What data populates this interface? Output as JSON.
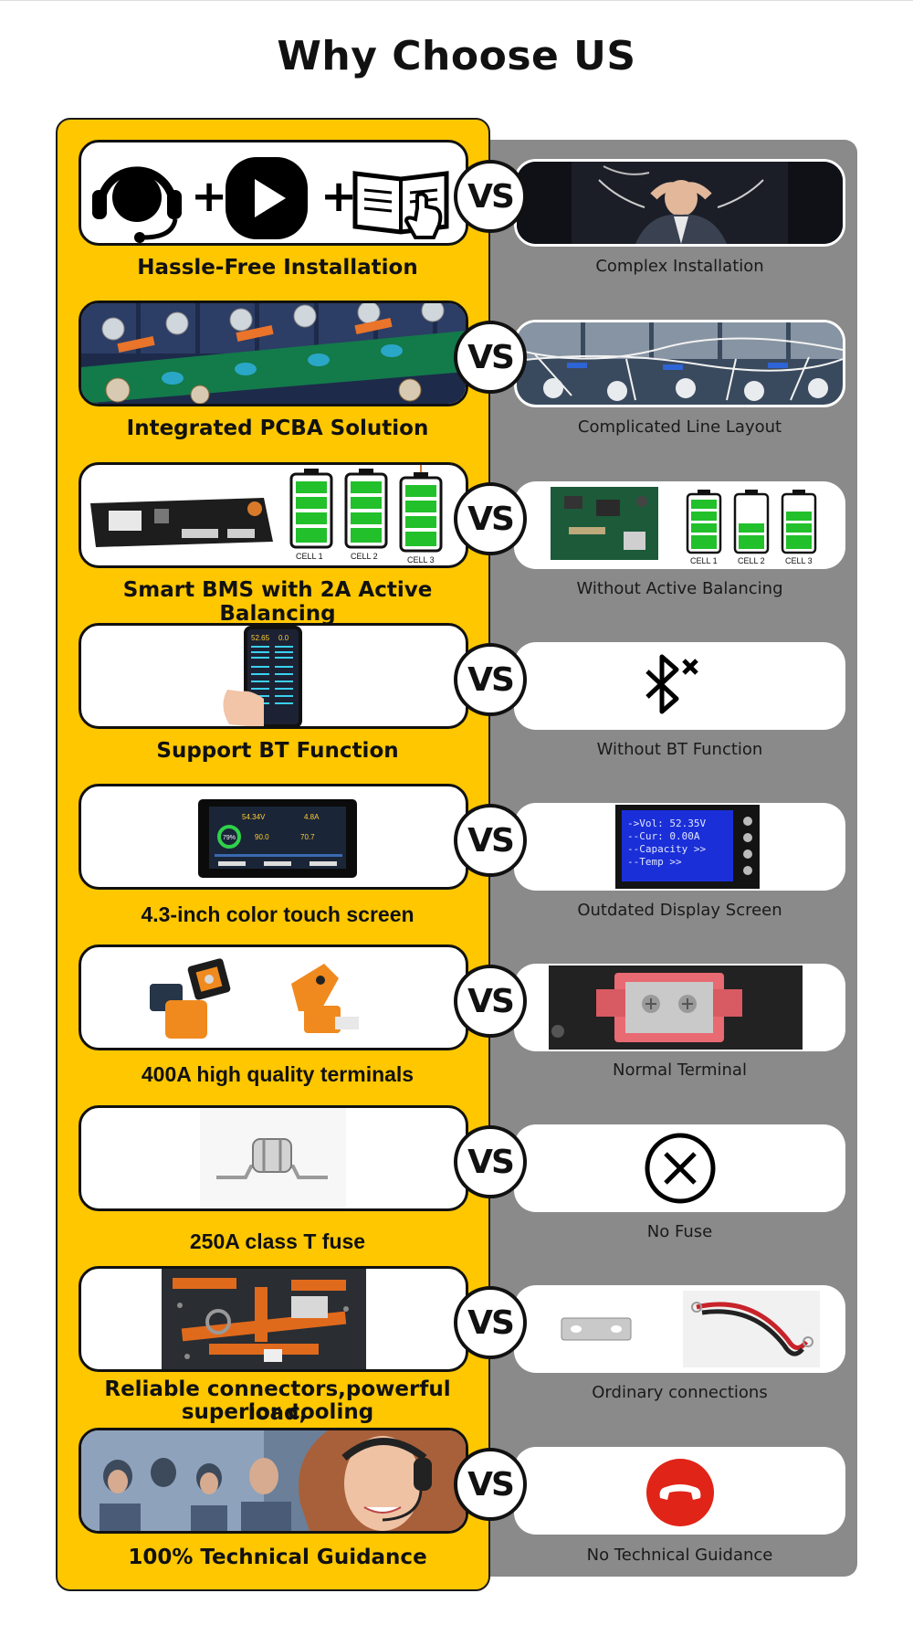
{
  "title": "Why Choose US",
  "rows": [
    {
      "left": "Hassle-Free Installation",
      "vs": "VS",
      "right": "Complex Installation"
    },
    {
      "left": "Integrated PCBA Solution",
      "vs": "VS",
      "right": "Complicated Line Layout"
    },
    {
      "left": "Smart BMS with 2A Active Balancing",
      "vs": "VS",
      "right": "Without Active Balancing"
    },
    {
      "left": "Support BT Function",
      "vs": "VS",
      "right": "Without BT Function"
    },
    {
      "left": "4.3-inch color touch screen",
      "vs": "VS",
      "right": "Outdated Display Screen"
    },
    {
      "left": "400A high quality terminals",
      "vs": "VS",
      "right": "Normal Terminal"
    },
    {
      "left": "250A class T fuse",
      "vs": "VS",
      "right": "No Fuse"
    },
    {
      "left": "Reliable connectors,powerful load,",
      "left2": "superior cooling",
      "vs": "VS",
      "right": "Ordinary connections"
    },
    {
      "left": "100% Technical Guidance",
      "vs": "VS",
      "right": "No Technical Guidance"
    }
  ],
  "cells_left": [
    "CELL 1",
    "CELL 2",
    "CELL 3"
  ],
  "cells_right": [
    "CELL 1",
    "CELL 2",
    "CELL 3"
  ],
  "phone_readout": {
    "voltage": "52.65",
    "current": "0.0"
  },
  "touch_readout": {
    "voltage": "54.34V",
    "current": "4.8A",
    "soc": "79%",
    "a": "90.0",
    "b": "70.7"
  },
  "lcd_lines": [
    "->Vol: 52.35V",
    "--Cur:  0.00A",
    "--Capacity  >>",
    "--Temp       >>"
  ],
  "icons": [
    "headset-icon",
    "play-icon",
    "manual-icon",
    "bluetooth-off-icon",
    "no-fuse-icon",
    "hang-up-icon"
  ],
  "colors": {
    "accent": "#fec700",
    "gray_panel": "#8a8a8a",
    "battery_green": "#22c02a",
    "hangup_red": "#e02418"
  }
}
